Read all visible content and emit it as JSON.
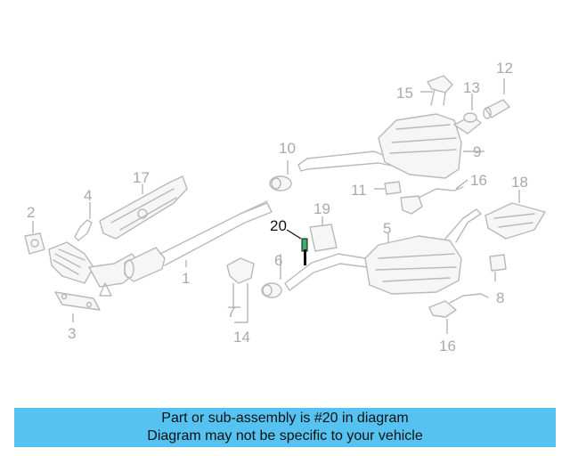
{
  "callouts": {
    "c1": "1",
    "c2": "2",
    "c3": "3",
    "c4": "4",
    "c5": "5",
    "c6": "6",
    "c7": "7",
    "c8": "8",
    "c9": "9",
    "c10": "10",
    "c11": "11",
    "c12": "12",
    "c13": "13",
    "c14": "14",
    "c15": "15",
    "c16a": "16",
    "c16b": "16",
    "c17": "17",
    "c18": "18",
    "c19": "19",
    "c20": "20"
  },
  "highlighted_part": "20",
  "banner": {
    "line1": "Part or sub-assembly is #20 in diagram",
    "line2": "Diagram may not be specific to your vehicle"
  },
  "colors": {
    "banner_bg": "#55c2f2",
    "highlight": "#3fae6b",
    "part_lines": "#b9b9b9"
  }
}
